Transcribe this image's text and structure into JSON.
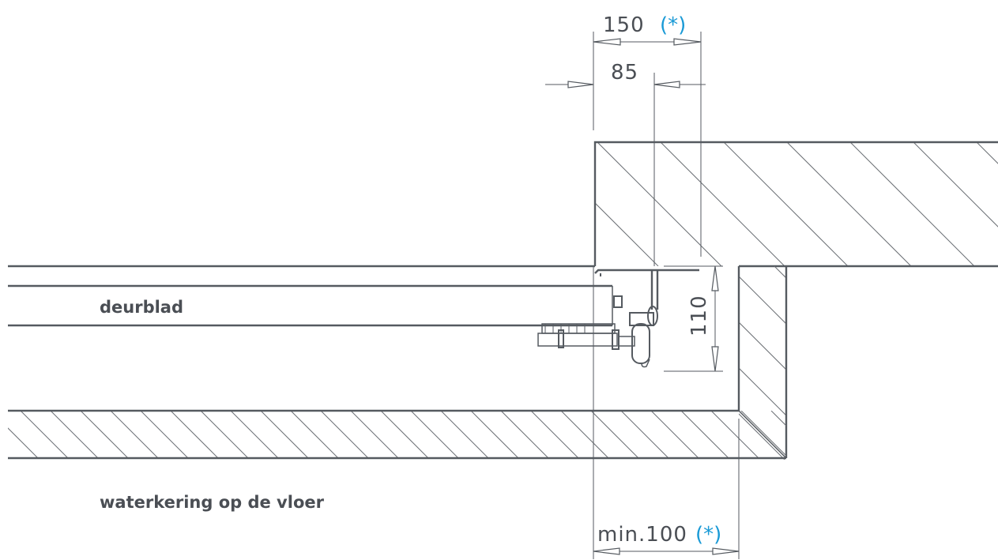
{
  "labels": {
    "door_leaf": "deurblad",
    "floor_seal": "waterkering op de vloer"
  },
  "dimensions": {
    "top_width": "150",
    "inner_offset": "85",
    "vertical_depth": "110",
    "bottom_min": "min.100",
    "note_marker": "(*)"
  },
  "colors": {
    "line": "#555a60",
    "text": "#4a4e54",
    "marker": "#1a9ad6"
  }
}
